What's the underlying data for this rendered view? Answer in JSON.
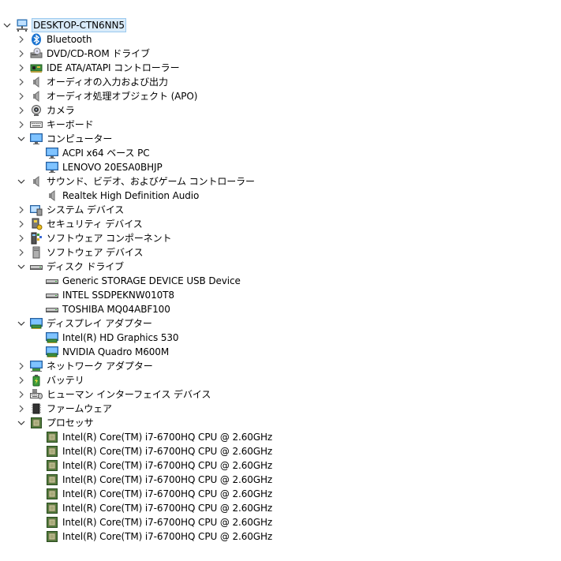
{
  "root": {
    "label": "DESKTOP-CTN6NN5",
    "expanded": true,
    "icon": "computer-network-icon"
  },
  "categories": [
    {
      "label": "Bluetooth",
      "expanded": false,
      "icon": "bluetooth-icon",
      "children": []
    },
    {
      "label": "DVD/CD-ROM ドライブ",
      "expanded": false,
      "icon": "dvd-drive-icon",
      "children": []
    },
    {
      "label": "IDE ATA/ATAPI コントローラー",
      "expanded": false,
      "icon": "ide-controller-icon",
      "children": []
    },
    {
      "label": "オーディオの入力および出力",
      "expanded": false,
      "icon": "speaker-icon",
      "children": []
    },
    {
      "label": "オーディオ処理オブジェクト (APO)",
      "expanded": false,
      "icon": "speaker-icon",
      "children": []
    },
    {
      "label": "カメラ",
      "expanded": false,
      "icon": "camera-icon",
      "children": []
    },
    {
      "label": "キーボード",
      "expanded": false,
      "icon": "keyboard-icon",
      "children": []
    },
    {
      "label": "コンピューター",
      "expanded": true,
      "icon": "monitor-icon",
      "children": [
        {
          "label": "ACPI x64 ベース PC",
          "icon": "monitor-icon"
        },
        {
          "label": "LENOVO 20ESA0BHJP",
          "icon": "monitor-icon"
        }
      ]
    },
    {
      "label": "サウンド、ビデオ、およびゲーム コントローラー",
      "expanded": true,
      "icon": "speaker-icon",
      "children": [
        {
          "label": "Realtek High Definition Audio",
          "icon": "speaker-icon"
        }
      ]
    },
    {
      "label": "システム デバイス",
      "expanded": false,
      "icon": "system-device-icon",
      "children": []
    },
    {
      "label": "セキュリティ デバイス",
      "expanded": false,
      "icon": "security-device-icon",
      "children": []
    },
    {
      "label": "ソフトウェア コンポーネント",
      "expanded": false,
      "icon": "software-component-icon",
      "children": []
    },
    {
      "label": "ソフトウェア デバイス",
      "expanded": false,
      "icon": "software-device-icon",
      "children": []
    },
    {
      "label": "ディスク ドライブ",
      "expanded": true,
      "icon": "disk-drive-icon",
      "children": [
        {
          "label": "Generic STORAGE DEVICE USB Device",
          "icon": "disk-drive-icon"
        },
        {
          "label": "INTEL SSDPEKNW010T8",
          "icon": "disk-drive-icon"
        },
        {
          "label": "TOSHIBA MQ04ABF100",
          "icon": "disk-drive-icon"
        }
      ]
    },
    {
      "label": "ディスプレイ アダプター",
      "expanded": true,
      "icon": "display-adapter-icon",
      "children": [
        {
          "label": "Intel(R) HD Graphics 530",
          "icon": "display-adapter-icon"
        },
        {
          "label": "NVIDIA Quadro M600M",
          "icon": "display-adapter-icon"
        }
      ]
    },
    {
      "label": "ネットワーク アダプター",
      "expanded": false,
      "icon": "network-adapter-icon",
      "children": []
    },
    {
      "label": "バッテリ",
      "expanded": false,
      "icon": "battery-icon",
      "children": []
    },
    {
      "label": "ヒューマン インターフェイス デバイス",
      "expanded": false,
      "icon": "hid-icon",
      "children": []
    },
    {
      "label": "ファームウェア",
      "expanded": false,
      "icon": "firmware-icon",
      "children": []
    },
    {
      "label": "プロセッサ",
      "expanded": true,
      "icon": "processor-icon",
      "children": [
        {
          "label": "Intel(R) Core(TM) i7-6700HQ CPU @ 2.60GHz",
          "icon": "processor-icon"
        },
        {
          "label": "Intel(R) Core(TM) i7-6700HQ CPU @ 2.60GHz",
          "icon": "processor-icon"
        },
        {
          "label": "Intel(R) Core(TM) i7-6700HQ CPU @ 2.60GHz",
          "icon": "processor-icon"
        },
        {
          "label": "Intel(R) Core(TM) i7-6700HQ CPU @ 2.60GHz",
          "icon": "processor-icon"
        },
        {
          "label": "Intel(R) Core(TM) i7-6700HQ CPU @ 2.60GHz",
          "icon": "processor-icon"
        },
        {
          "label": "Intel(R) Core(TM) i7-6700HQ CPU @ 2.60GHz",
          "icon": "processor-icon"
        },
        {
          "label": "Intel(R) Core(TM) i7-6700HQ CPU @ 2.60GHz",
          "icon": "processor-icon"
        },
        {
          "label": "Intel(R) Core(TM) i7-6700HQ CPU @ 2.60GHz",
          "icon": "processor-icon"
        }
      ]
    }
  ]
}
